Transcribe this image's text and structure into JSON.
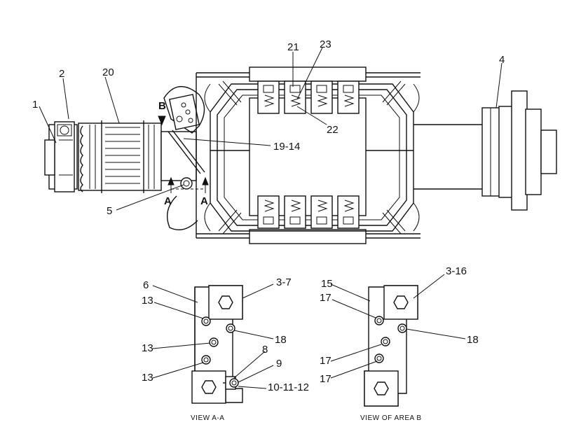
{
  "callouts": {
    "c1": "1",
    "c2": "2",
    "c20": "20",
    "c21": "21",
    "c23": "23",
    "c22": "22",
    "c4": "4",
    "cB": "B",
    "c19_14": "19-14",
    "c5": "5",
    "cA_left": "A",
    "cA_right": "A"
  },
  "view_aa": {
    "caption": "VIEW A-A",
    "labels": {
      "l6": "6",
      "l3_7": "3-7",
      "l13a": "13",
      "l18": "18",
      "l13b": "13",
      "l8": "8",
      "l9": "9",
      "l13c": "13",
      "l10_11_12": "10-11-12"
    }
  },
  "view_b": {
    "caption": "VIEW OF AREA B",
    "labels": {
      "l15": "15",
      "l3_16": "3-16",
      "l17a": "17",
      "l18": "18",
      "l17b": "17",
      "l17c": "17"
    }
  }
}
